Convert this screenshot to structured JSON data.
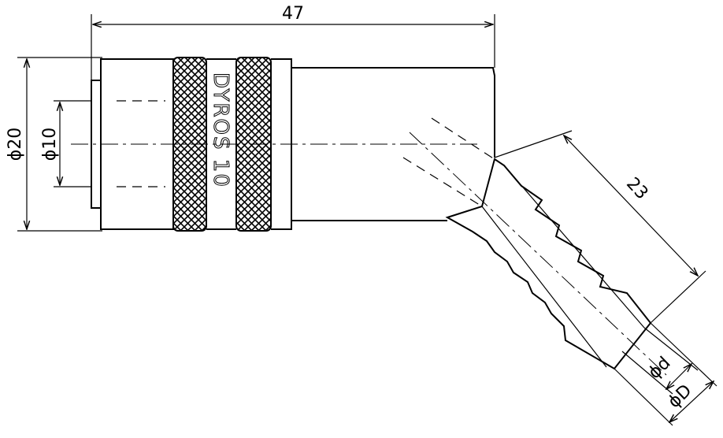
{
  "dimensions": {
    "overall_length": "47",
    "outer_diameter": "ϕ20",
    "bore_diameter": "ϕ10",
    "hose_length": "23",
    "hose_inner": "ϕd",
    "hose_outer": "ϕD"
  },
  "engraving": "DYROS 10",
  "colors": {
    "line": "#000000",
    "background": "#ffffff"
  }
}
